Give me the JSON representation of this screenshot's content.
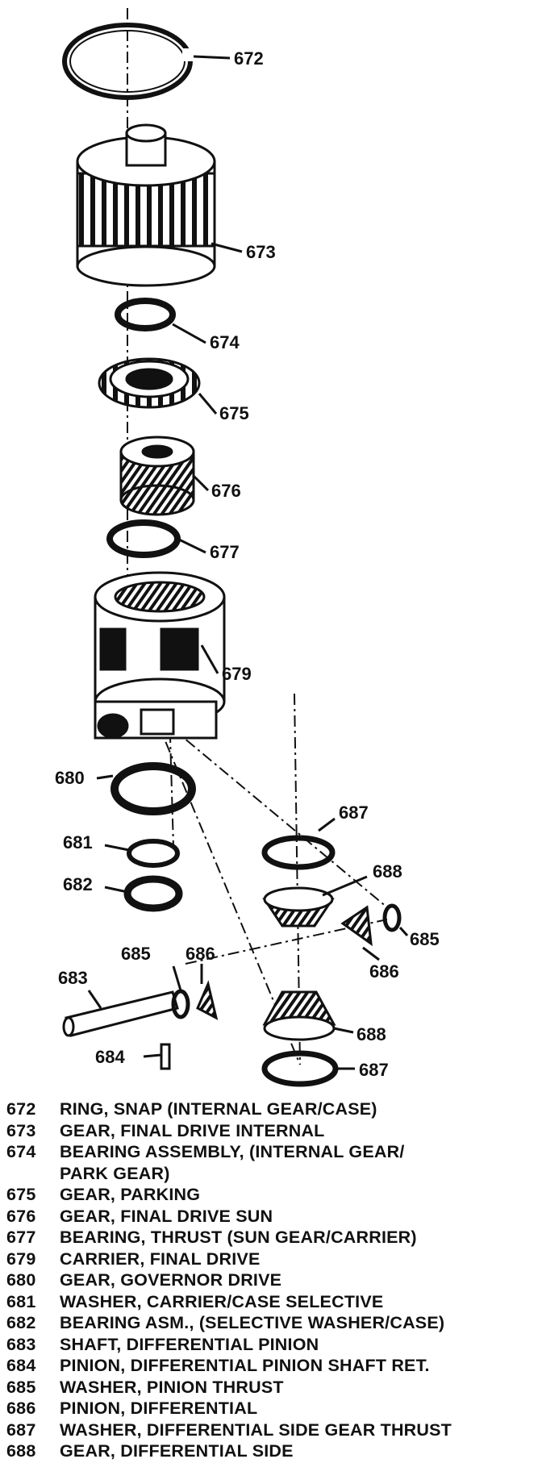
{
  "callouts": {
    "c672": "672",
    "c673": "673",
    "c674": "674",
    "c675": "675",
    "c676": "676",
    "c677": "677",
    "c679": "679",
    "c680": "680",
    "c681": "681",
    "c682": "682",
    "c683": "683",
    "c684": "684",
    "c685a": "685",
    "c685b": "685",
    "c686a": "686",
    "c686b": "686",
    "c687a": "687",
    "c687b": "687",
    "c688a": "688",
    "c688b": "688"
  },
  "legend": [
    {
      "num": "672",
      "desc": "RING, SNAP (INTERNAL GEAR/CASE)"
    },
    {
      "num": "673",
      "desc": "GEAR, FINAL DRIVE INTERNAL"
    },
    {
      "num": "674",
      "desc": "BEARING ASSEMBLY, (INTERNAL GEAR/"
    },
    {
      "num": "",
      "desc": "PARK GEAR)"
    },
    {
      "num": "675",
      "desc": "GEAR, PARKING"
    },
    {
      "num": "676",
      "desc": "GEAR, FINAL DRIVE SUN"
    },
    {
      "num": "677",
      "desc": "BEARING, THRUST (SUN GEAR/CARRIER)"
    },
    {
      "num": "679",
      "desc": "CARRIER, FINAL DRIVE"
    },
    {
      "num": "680",
      "desc": "GEAR, GOVERNOR DRIVE"
    },
    {
      "num": "681",
      "desc": "WASHER, CARRIER/CASE SELECTIVE"
    },
    {
      "num": "682",
      "desc": "BEARING ASM., (SELECTIVE WASHER/CASE)"
    },
    {
      "num": "683",
      "desc": "SHAFT, DIFFERENTIAL PINION"
    },
    {
      "num": "684",
      "desc": "PINION, DIFFERENTIAL PINION SHAFT RET."
    },
    {
      "num": "685",
      "desc": "WASHER, PINION THRUST"
    },
    {
      "num": "686",
      "desc": "PINION, DIFFERENTIAL"
    },
    {
      "num": "687",
      "desc": "WASHER, DIFFERENTIAL SIDE GEAR THRUST"
    },
    {
      "num": "688",
      "desc": "GEAR, DIFFERENTIAL SIDE"
    }
  ]
}
